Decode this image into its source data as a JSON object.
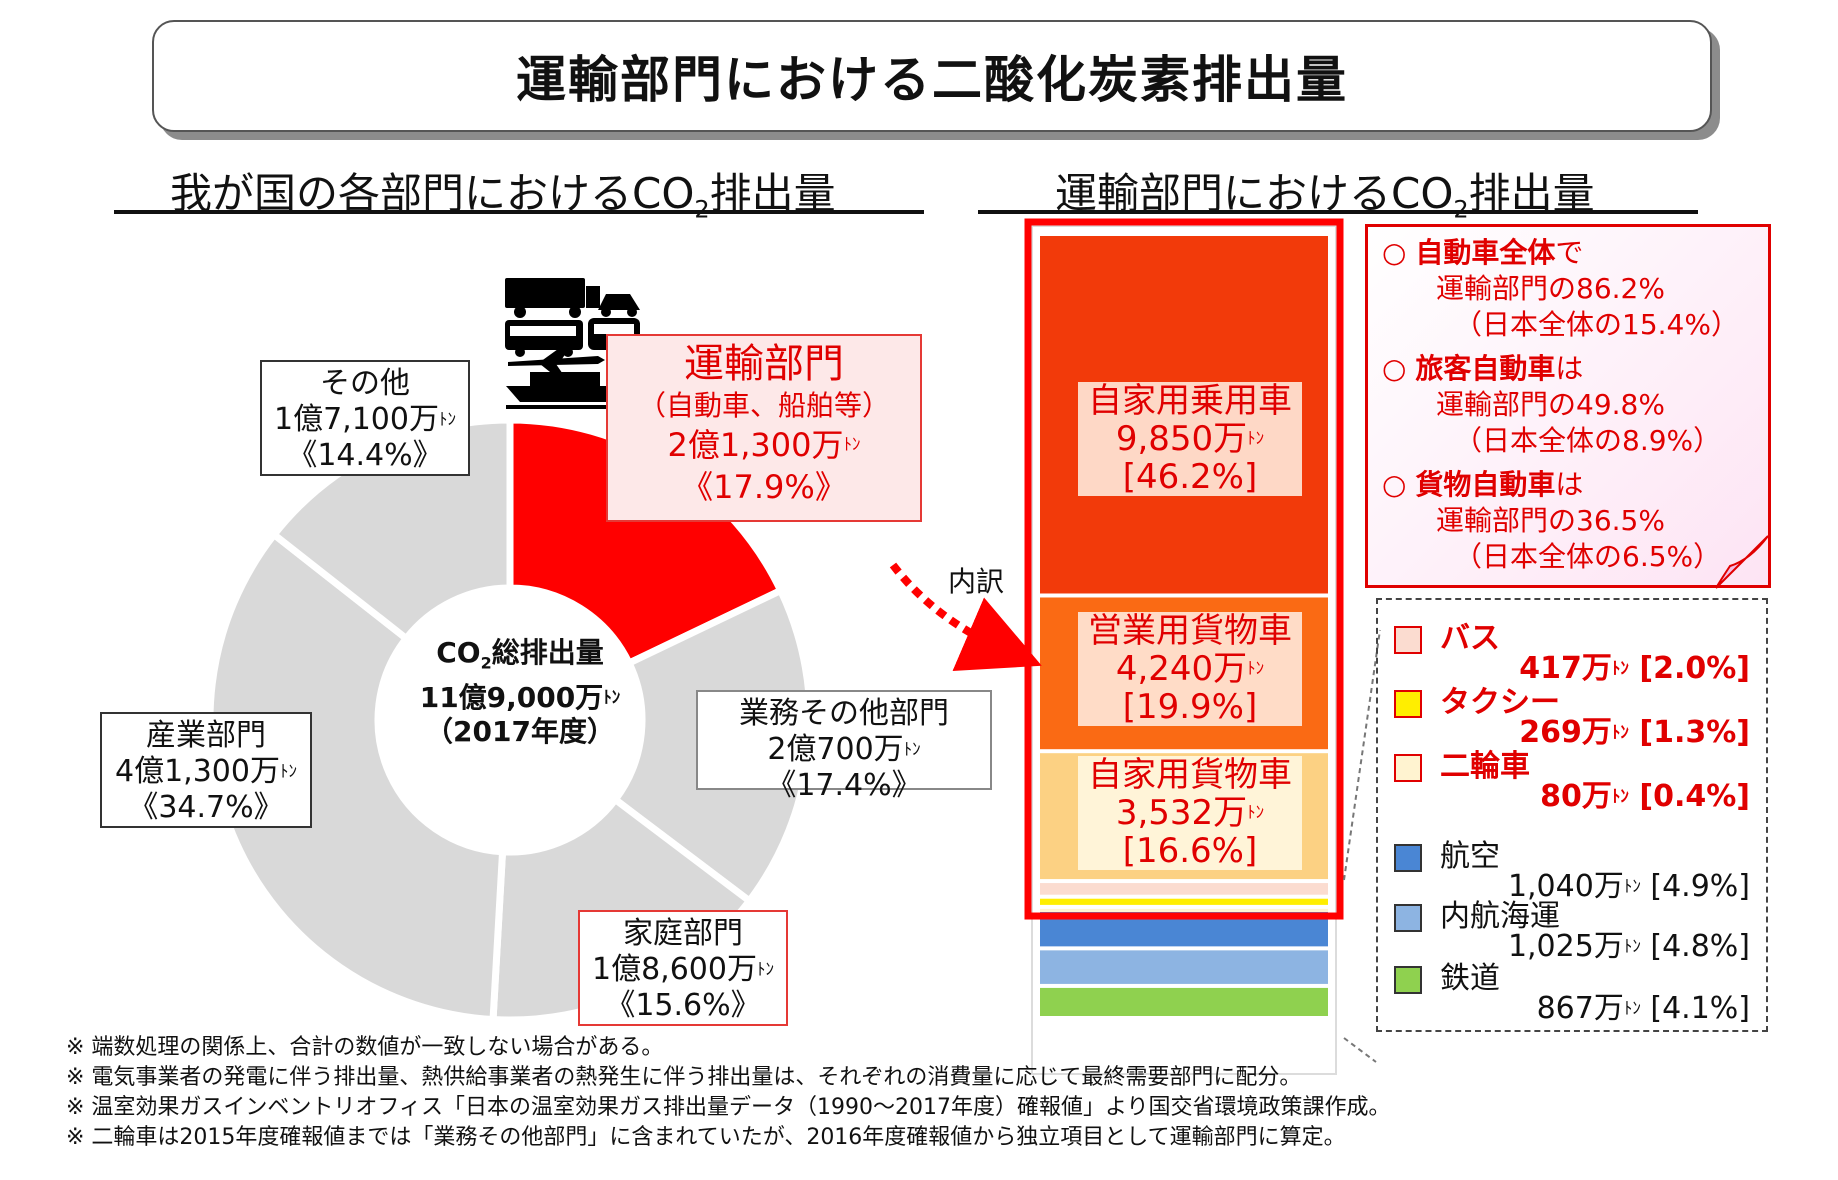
{
  "title": "運輸部門における二酸化炭素排出量",
  "left_heading": {
    "pre": "我が国の各部門におけるCO",
    "sub": "2",
    "post": "排出量"
  },
  "right_heading": {
    "pre": "運輸部門におけるCO",
    "sub": "2",
    "post": "排出量"
  },
  "center": {
    "pre": "CO",
    "sub": "2",
    "post": "総排出量",
    "value": "11億9,000万",
    "unit": "ﾄﾝ",
    "year": "（2017年度）"
  },
  "unit_ton": "ﾄﾝ",
  "uchiwake": "内訳",
  "colors": {
    "accent_red": "#ff0000",
    "donut_gray": "#d9d9d9",
    "bar_dark": "#f23a0a",
    "bar_mid": "#fa6a14",
    "bar_light": "#fcd183"
  },
  "chart_data": [
    {
      "type": "pie",
      "title": "我が国の各部門におけるCO2排出量",
      "total": "11億9,000万ﾄﾝ（2017年度）",
      "slices": [
        {
          "name": "運輸部門",
          "note": "（自動車、船舶等）",
          "value_text": "2億1,300万",
          "percent_text": "《17.9%》",
          "percent": 17.9,
          "highlight": true
        },
        {
          "name": "業務その他部門",
          "value_text": "2億700万",
          "percent_text": "《17.4%》",
          "percent": 17.4
        },
        {
          "name": "家庭部門",
          "value_text": "1億8,600万",
          "percent_text": "《15.6%》",
          "percent": 15.6
        },
        {
          "name": "産業部門",
          "value_text": "4億1,300万",
          "percent_text": "《34.7%》",
          "percent": 34.7
        },
        {
          "name": "その他",
          "value_text": "1億7,100万",
          "percent_text": "《14.4%》",
          "percent": 14.4
        }
      ]
    },
    {
      "type": "bar",
      "title": "運輸部門におけるCO2排出量",
      "stacked": true,
      "segments": [
        {
          "name": "自家用乗用車",
          "value_text": "9,850万",
          "percent_text": "[46.2%]",
          "percent": 46.2,
          "color": "#f23a0a"
        },
        {
          "name": "営業用貨物車",
          "value_text": "4,240万",
          "percent_text": "[19.9%]",
          "percent": 19.9,
          "color": "#fa6a14"
        },
        {
          "name": "自家用貨物車",
          "value_text": "3,532万",
          "percent_text": "[16.6%]",
          "percent": 16.6,
          "color": "#fcd183"
        },
        {
          "name": "バス",
          "value_text": "417万",
          "percent_text": "[2.0%]",
          "percent": 2.0,
          "color": "#fbdcd0"
        },
        {
          "name": "タクシー",
          "value_text": "269万",
          "percent_text": "[1.3%]",
          "percent": 1.3,
          "color": "#ffee00"
        },
        {
          "name": "二輪車",
          "value_text": "80万",
          "percent_text": "[0.4%]",
          "percent": 0.4,
          "color": "#fff3d0"
        },
        {
          "name": "航空",
          "value_text": "1,040万",
          "percent_text": "[4.9%]",
          "percent": 4.9,
          "color": "#4a86d4"
        },
        {
          "name": "内航海運",
          "value_text": "1,025万",
          "percent_text": "[4.8%]",
          "percent": 4.8,
          "color": "#8db4e2"
        },
        {
          "name": "鉄道",
          "value_text": "867万",
          "percent_text": "[4.1%]",
          "percent": 4.1,
          "color": "#8fd14f"
        }
      ]
    }
  ],
  "callout": [
    {
      "bold": "自動車全体",
      "tail": "で",
      "line2": "運輸部門の86.2%",
      "line3": "（日本全体の15.4%）"
    },
    {
      "bold": "旅客自動車",
      "tail": "は",
      "line2": "運輸部門の49.8%",
      "line3": "（日本全体の8.9%）"
    },
    {
      "bold": "貨物自動車",
      "tail": "は",
      "line2": "運輸部門の36.5%",
      "line3": "（日本全体の6.5%）"
    }
  ],
  "callout_bullet": "○",
  "notes": [
    "※ 端数処理の関係上、合計の数値が一致しない場合がある。",
    "※ 電気事業者の発電に伴う排出量、熱供給事業者の熱発生に伴う排出量は、それぞれの消費量に応じて最終需要部門に配分。",
    "※ 温室効果ガスインベントリオフィス「日本の温室効果ガス排出量データ（1990～2017年度）確報値」より国交省環境政策課作成。",
    "※ 二輪車は2015年度確報値までは「業務その他部門」に含まれていたが、2016年度確報値から独立項目として運輸部門に算定。"
  ]
}
